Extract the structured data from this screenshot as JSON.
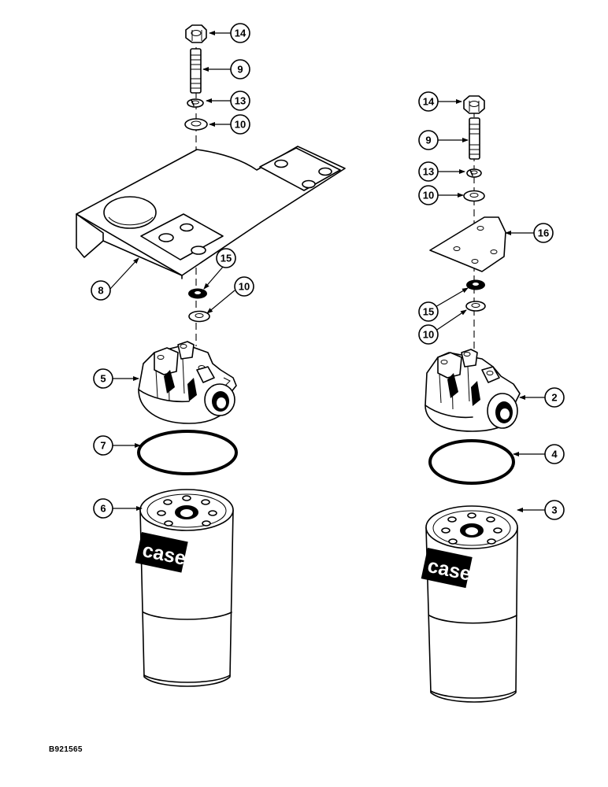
{
  "figure": {
    "reference_code": "B921565",
    "brand_logo_text": "case"
  },
  "callouts": {
    "left": {
      "nut": "14",
      "stud": "9",
      "lock_washer": "13",
      "washer_upper": "10",
      "bracket": "8",
      "seal_washer": "15",
      "washer_lower": "10",
      "filter_head": "5",
      "o_ring": "7",
      "filter": "6"
    },
    "right": {
      "nut": "14",
      "stud": "9",
      "lock_washer": "13",
      "washer_upper": "10",
      "plate": "16",
      "seal_washer": "15",
      "washer_lower": "10",
      "filter_head": "2",
      "o_ring": "4",
      "filter": "3"
    }
  }
}
